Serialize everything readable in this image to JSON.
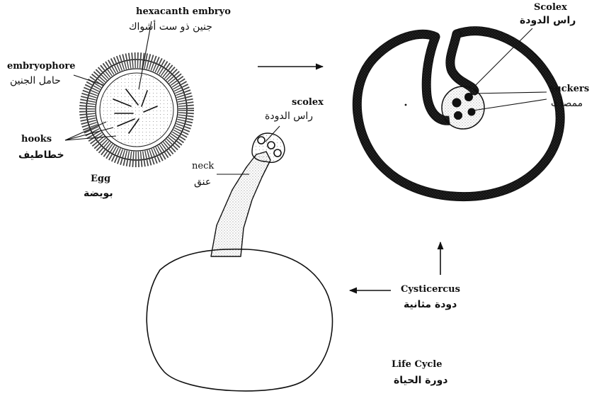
{
  "labels": {
    "hexacanth_en": "hexacanth embryo",
    "hexacanth_ar": "جنين ذو ست أشواك",
    "embryophore_en": "embryophore",
    "embryophore_ar": "حامل الجنين",
    "hooks_en": "hooks",
    "hooks_ar": "خطاطيف",
    "egg_en": "Egg",
    "egg_ar": "بويضة",
    "scolex_en": "scolex",
    "scolex_ar": "راس الدودة",
    "neck_en": "neck",
    "neck_ar": "عنق",
    "scolex_top_en": "Scolex",
    "scolex_top_ar": "راس الدودة",
    "suckers_en": "suckers",
    "suckers_ar": "ممصات",
    "cysticercus_en": "Cysticercus",
    "cysticercus_ar": "دودة مثانية",
    "lifecycle_en": "Life Cycle",
    "lifecycle_ar": "دورة الحياة"
  },
  "colors": {
    "ink": "#111111",
    "stipple": "#555555",
    "background": "#ffffff"
  }
}
